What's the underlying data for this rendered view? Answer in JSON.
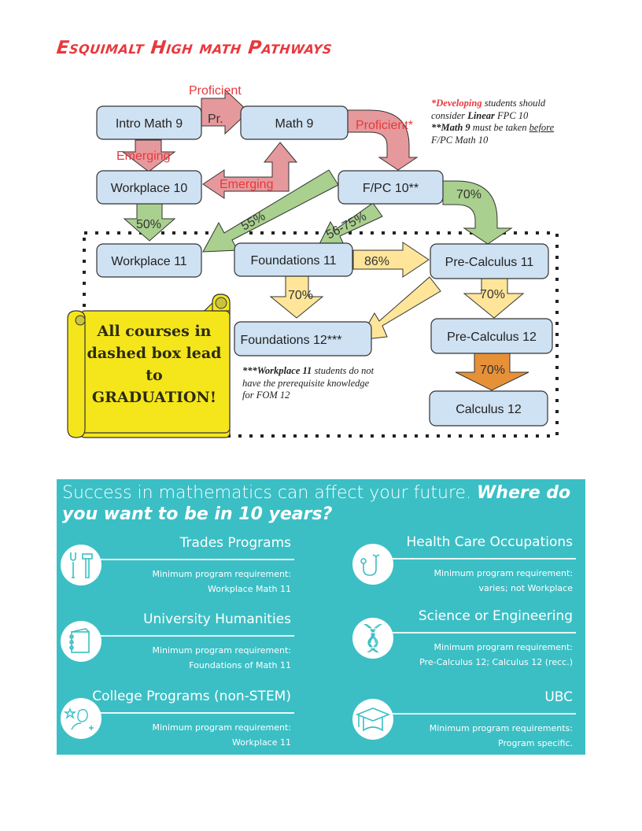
{
  "title": "Esquimalt High math Pathways",
  "colors": {
    "title_red": "#e8383d",
    "node_fill": "#cfe2f3",
    "arrow_red": "#e6999c",
    "arrow_green": "#a9d08e",
    "arrow_yellow": "#ffe599",
    "arrow_orange": "#e69138",
    "scroll_yellow": "#f5e61c",
    "panel_teal": "#3bbfc5"
  },
  "nodes": {
    "intro_math_9": "Intro Math 9",
    "math_9": "Math 9",
    "workplace_10": "Workplace 10",
    "fpc_10": "F/PC 10**",
    "workplace_11": "Workplace 11",
    "foundations_11": "Foundations 11",
    "precalculus_11": "Pre-Calculus 11",
    "foundations_12": "Foundations 12***",
    "precalculus_12": "Pre-Calculus 12",
    "calculus_12": "Calculus 12"
  },
  "arrows": {
    "intro_to_math9_top": "Proficient",
    "intro_to_math9_inner": "Pr.",
    "intro_to_workplace10": "Emerging",
    "math9_to_workplace10": "Emerging",
    "math9_to_fpc10": "Proficient*",
    "workplace10_to_workplace11": "50%",
    "fpc10_to_workplace11": "55%",
    "fpc10_to_foundations11": "56-75%",
    "fpc10_to_precalc11": "70%",
    "foundations11_to_precalc11": "86%",
    "foundations11_to_foundations12": "70%",
    "precalc11_to_precalc12": "70%",
    "precalc12_to_calculus12": "70%"
  },
  "notes": {
    "top_right": {
      "line1_red": "*Developing",
      "line1_rest": " students should",
      "line2_pre": "consider ",
      "line2_bold": "Linear",
      "line2_post": " FPC 10",
      "line3_bold": "**Math 9",
      "line3_mid": " must be taken ",
      "line3_underline": "before",
      "line4": "F/PC Math 10"
    },
    "fom12": {
      "bold": "***Workplace 11",
      "rest1": " students do not",
      "line2": "have the prerequisite knowledge",
      "line3": "for FOM 12"
    }
  },
  "scroll": {
    "lines": [
      "All courses in",
      "dashed box lead",
      "to",
      "GRADUATION!"
    ]
  },
  "panel": {
    "heading_plain": "Success in mathematics can affect your future. ",
    "heading_bold": "Where do you want to be in 10 years?",
    "cards": [
      {
        "title": "Trades Programs",
        "req1": "Minimum program requirement:",
        "req2": "Workplace Math 11",
        "icon": "tools-icon"
      },
      {
        "title": "Health Care Occupations",
        "req1": "Minimum program requirement:",
        "req2": "varies;  not Workplace",
        "icon": "stethoscope-icon"
      },
      {
        "title": "University Humanities",
        "req1": "Minimum program requirement:",
        "req2": "Foundations of Math 11",
        "icon": "notebook-icon"
      },
      {
        "title": "Science or Engineering",
        "req1": "Minimum program requirement:",
        "req2": "Pre-Calculus 12; Calculus 12 (recc.)",
        "icon": "dna-icon"
      },
      {
        "title": "College Programs (non-STEM)",
        "req1": "Minimum program requirement:",
        "req2": "Workplace 11",
        "icon": "person-star-icon"
      },
      {
        "title": "UBC",
        "req1": "Minimum program requirements:",
        "req2": "Program specific.",
        "icon": "graduation-cap-icon"
      }
    ]
  }
}
